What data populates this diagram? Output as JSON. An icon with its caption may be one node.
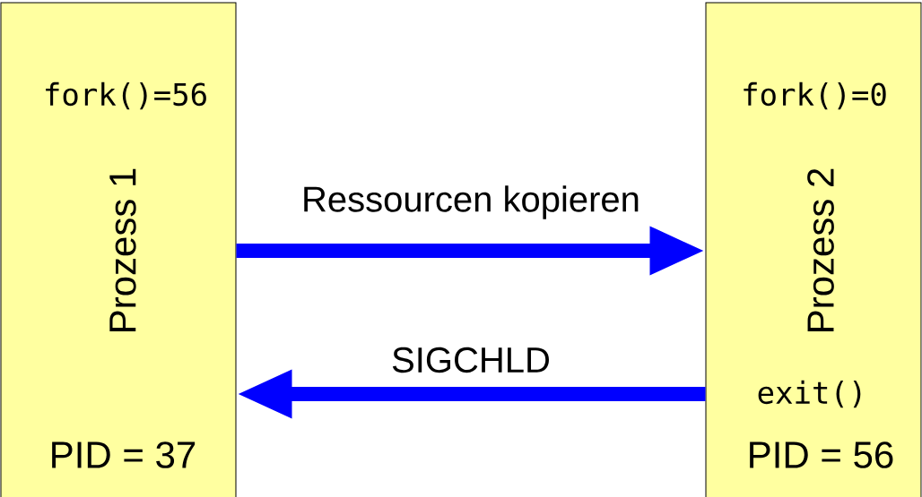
{
  "diagram": {
    "nodes": [
      {
        "text": [
          "fork()=56",
          "Prozess 1",
          "PID = 37"
        ]
      },
      {
        "text": [
          "fork()=0",
          "Prozess 2",
          "exit()",
          "PID = 56"
        ]
      }
    ],
    "edges": [
      {
        "from": 0,
        "to": 1,
        "arrow": "to",
        "label": "Ressourcen kopieren"
      },
      {
        "from": 1,
        "to": 0,
        "arrow": "to",
        "label": "SIGCHLD"
      }
    ]
  }
}
